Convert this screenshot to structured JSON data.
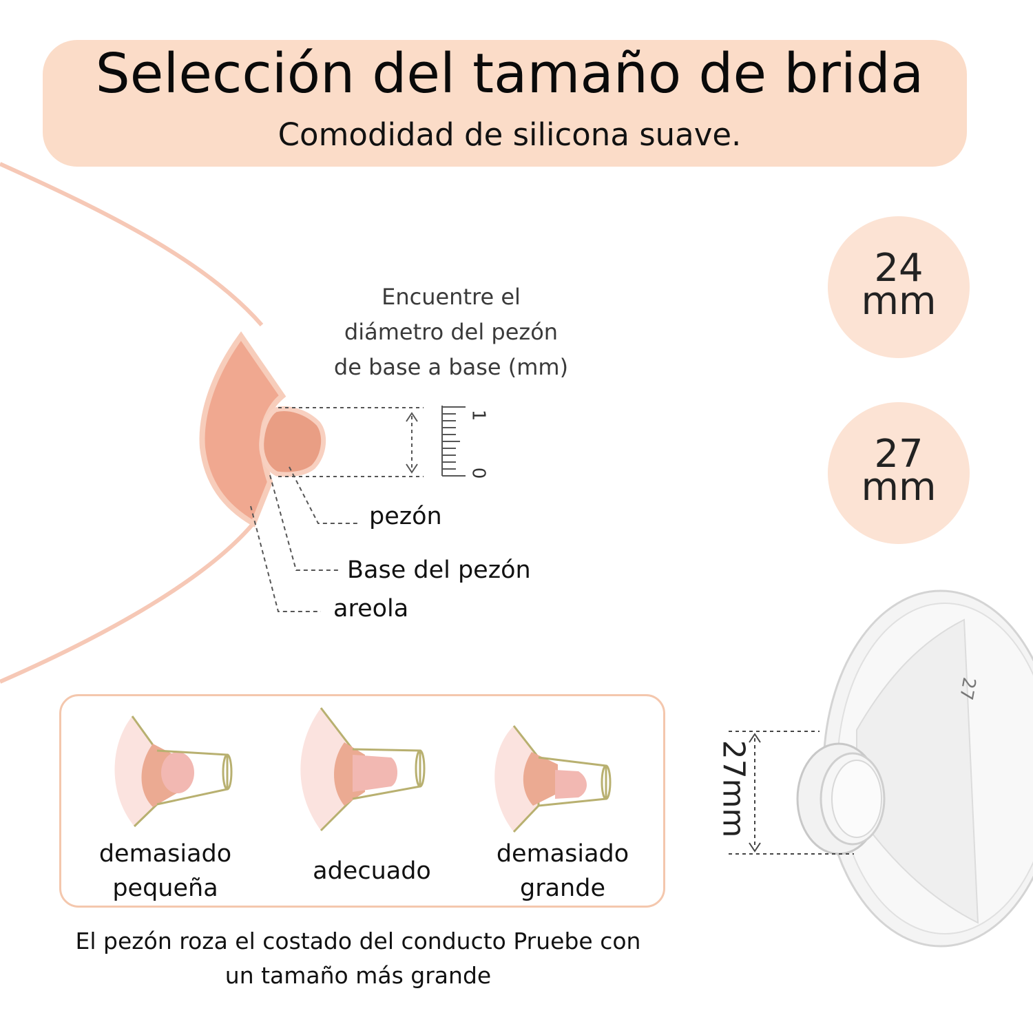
{
  "header": {
    "title": "Selección del tamaño de brida",
    "subtitle": "Comodidad de silicona suave."
  },
  "instruction": {
    "line1": "Encuentre el",
    "line2": "diámetro del pezón",
    "line3": "de base a base (mm)"
  },
  "ruler": {
    "tick_top": "1",
    "tick_bottom": "0"
  },
  "callouts": {
    "nipple": "pezón",
    "nipple_base": "Base del pezón",
    "areola": "areola"
  },
  "sizes": [
    {
      "value": "24",
      "unit": "mm"
    },
    {
      "value": "27",
      "unit": "mm"
    }
  ],
  "fit_examples": {
    "too_small": {
      "line1": "demasiado",
      "line2": "pequeña"
    },
    "right": {
      "line1": "adecuado"
    },
    "too_big": {
      "line1": "demasiado",
      "line2": "grande"
    }
  },
  "note": {
    "line1": "El pezón roza el costado del conducto Pruebe con",
    "line2": "un tamaño más grande"
  },
  "flange": {
    "dimension_label": "27mm",
    "rim_text": "27"
  },
  "colors": {
    "banner": "#fbdcc8",
    "areola": "#f0a890",
    "nipple": "#e99e84",
    "size_circle": "#fce3d4",
    "box_border": "#f4c7ad"
  }
}
